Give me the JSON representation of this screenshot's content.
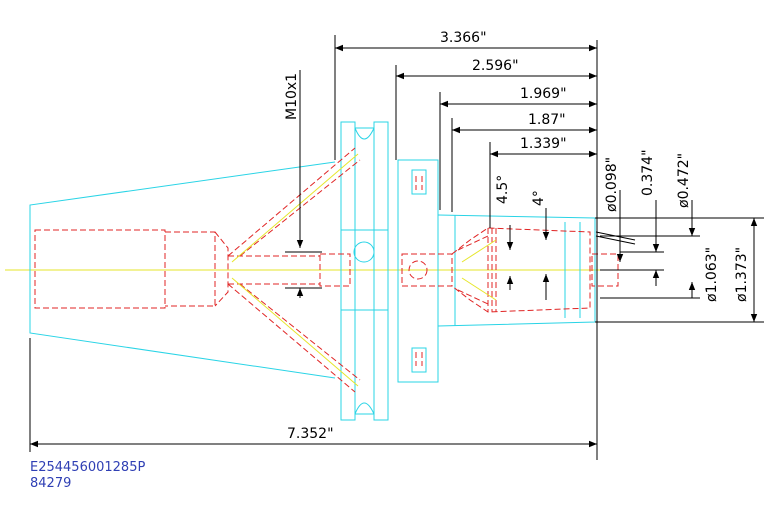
{
  "dimensions": {
    "overall_length": "7.352\"",
    "d1": "3.366\"",
    "d2": "2.596\"",
    "d3": "1.969\"",
    "d4": "1.87\"",
    "d5": "1.339\"",
    "thread": "M10x1",
    "angle_a": "4.5°",
    "angle_b": "4°",
    "dia_small": "ø0.098\"",
    "dim_0374": "0.374\"",
    "dia_0472": "ø0.472\"",
    "dia_1063": "ø1.063\"",
    "dia_1373": "ø1.373\""
  },
  "part_code": {
    "line1": "E254456001285P",
    "line2": "84279"
  },
  "colors": {
    "outline": "#2ad4e6",
    "hidden": "#e02424",
    "center": "#e6e62a",
    "dimension": "#000000",
    "code_text": "#2f3fb4"
  }
}
